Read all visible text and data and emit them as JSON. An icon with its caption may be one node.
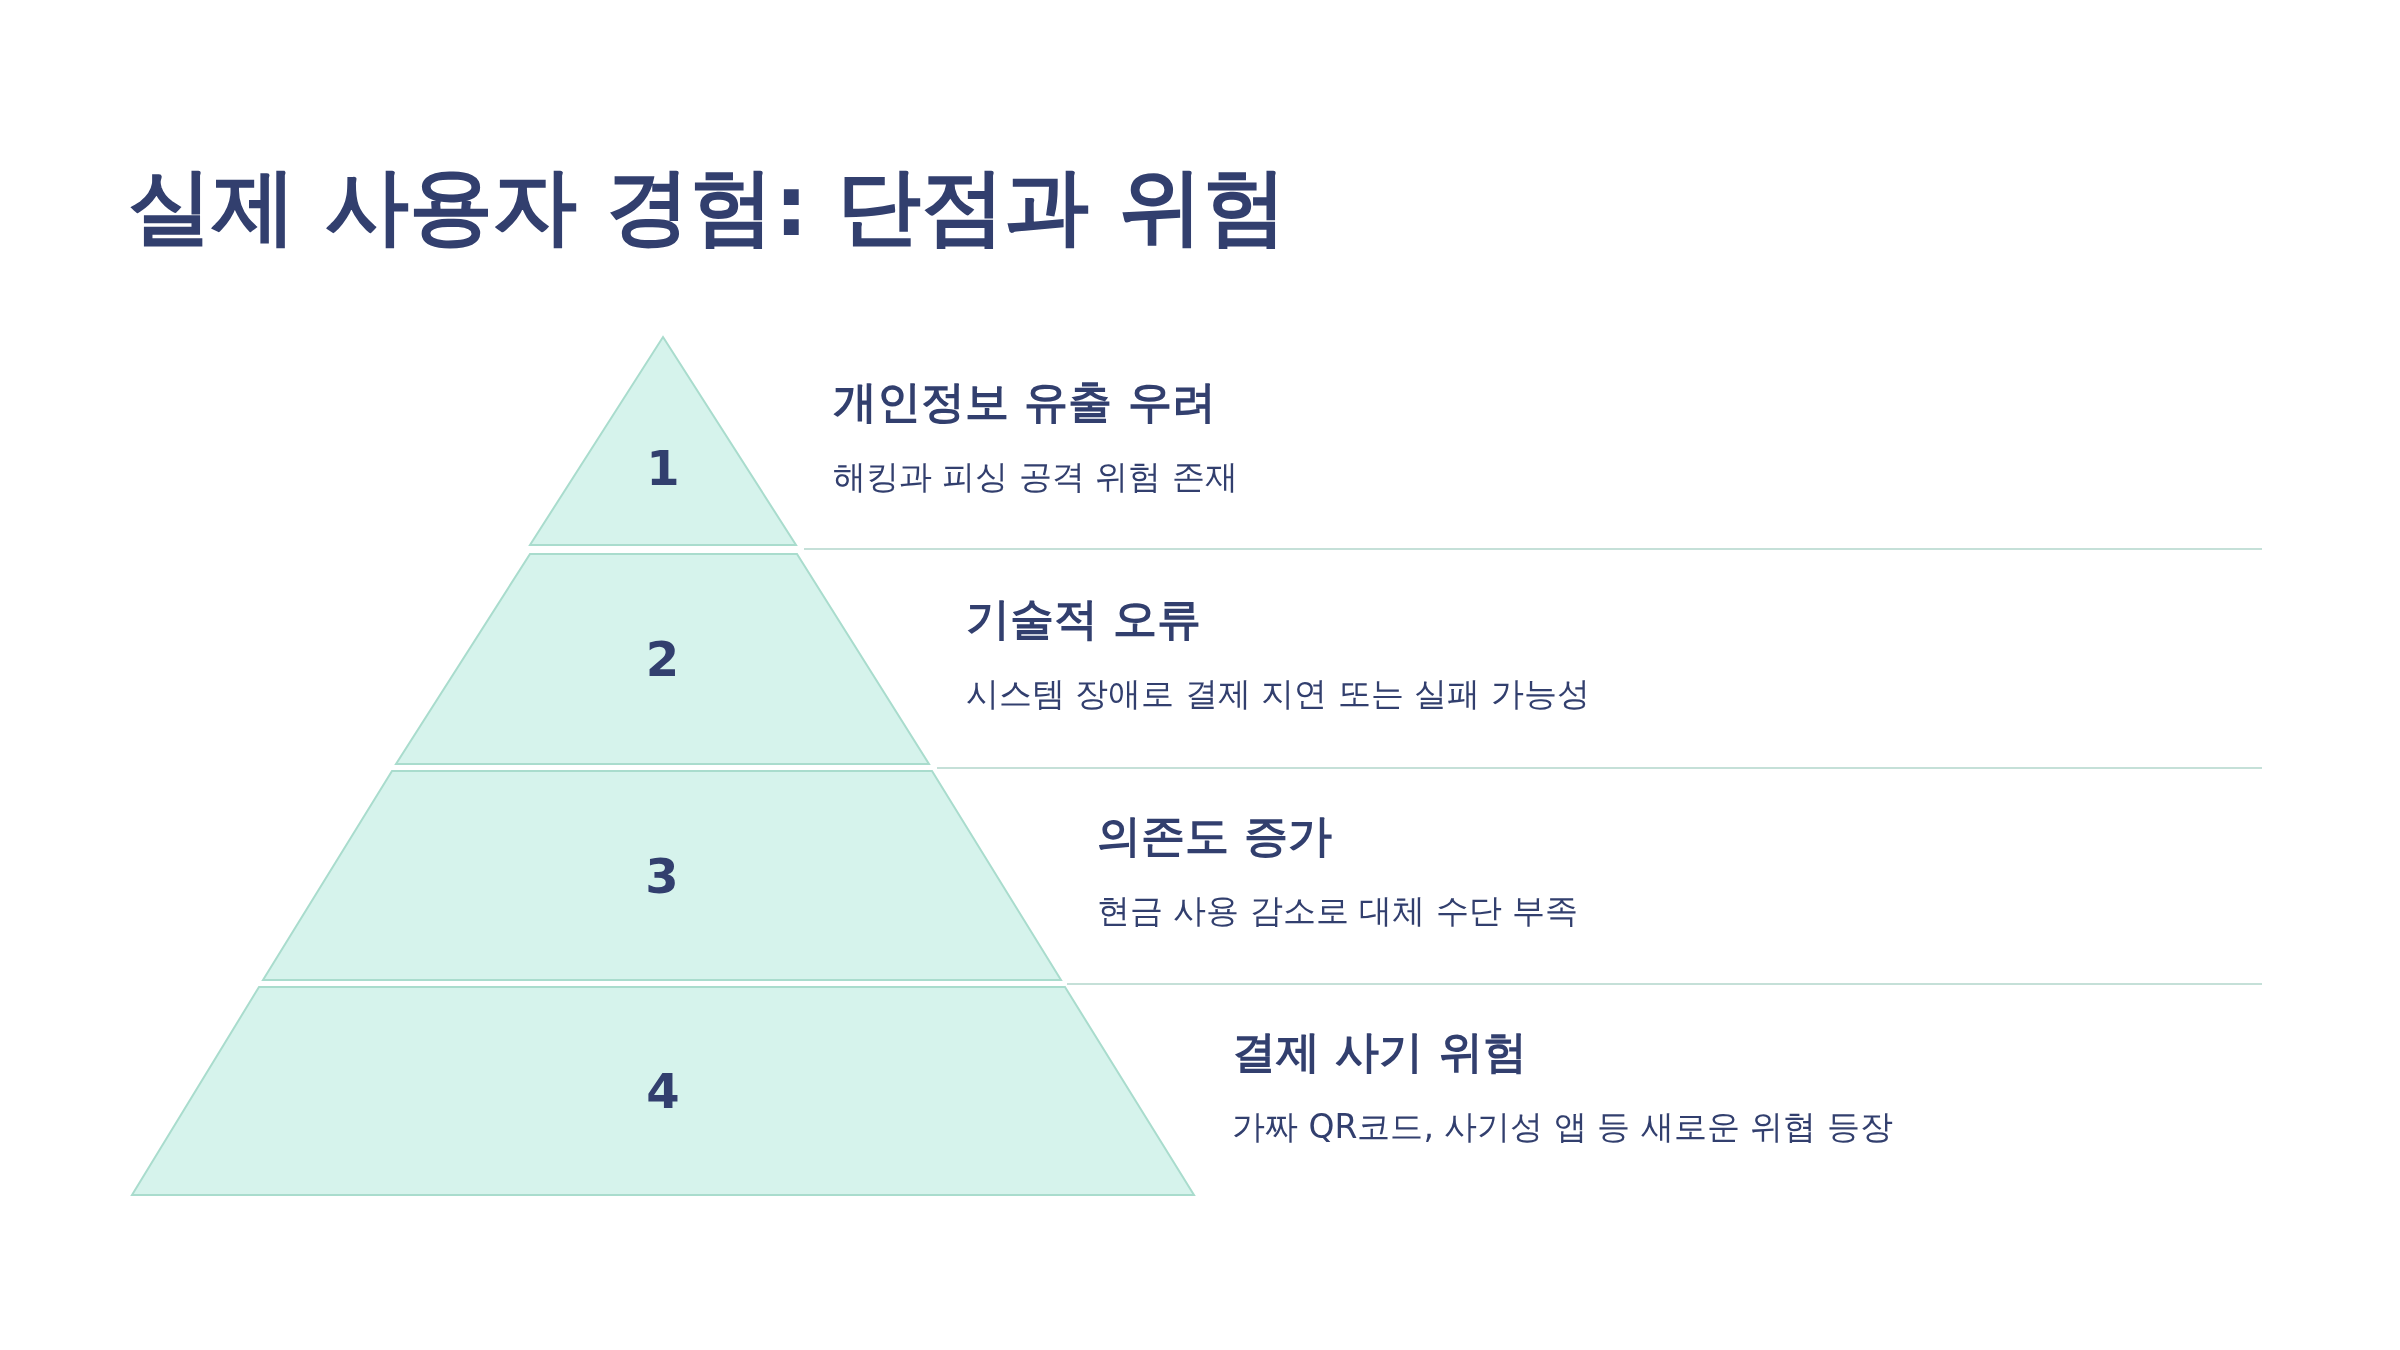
{
  "diagram": {
    "title": "실제 사용자 경험: 단점과 위험",
    "nodes": [
      {
        "text": [
          "1"
        ],
        "beside": [
          "개인정보 유출 우려",
          "해킹과 피싱 공격 위험 존재"
        ]
      },
      {
        "text": [
          "2"
        ],
        "beside": [
          "기술적 오류",
          "시스템 장애로 결제 지연 또는 실패 가능성"
        ]
      },
      {
        "text": [
          "3"
        ],
        "beside": [
          "의존도 증가",
          "현금 사용 감소로 대체 수단 부족"
        ]
      },
      {
        "text": [
          "4"
        ],
        "beside": [
          "결제 사기 위험",
          "가짜 QR코드, 사기성 앱 등 새로운 위협 등장"
        ]
      }
    ]
  }
}
